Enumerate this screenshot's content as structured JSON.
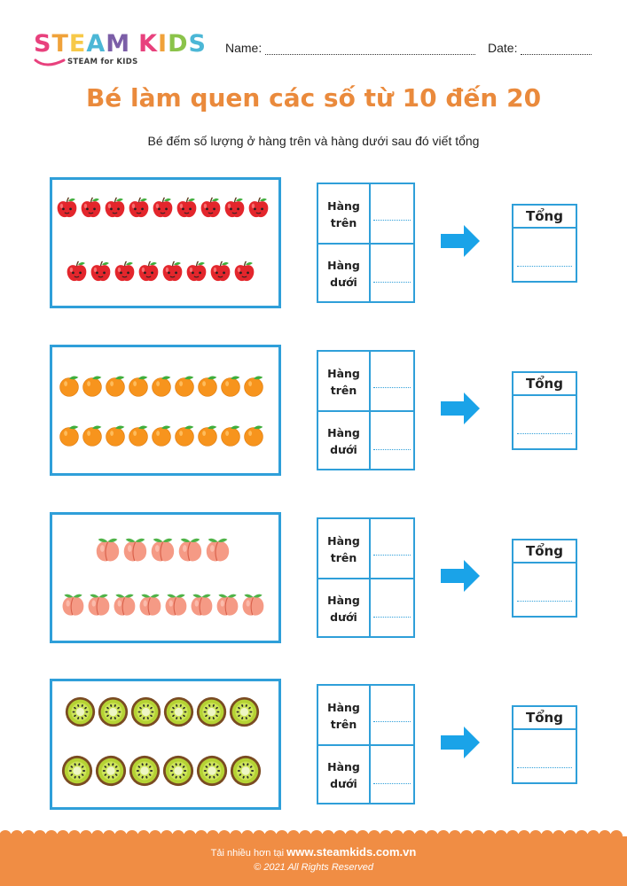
{
  "header": {
    "logo_letters": [
      "S",
      "T",
      "E",
      "A",
      "M",
      " ",
      "K",
      "I",
      "D",
      "S"
    ],
    "logo_colors": [
      "#e8417d",
      "#f0a23a",
      "#f7c948",
      "#4cb7d6",
      "#7b5ea7",
      "",
      "#e8417d",
      "#f0a23a",
      "#8bc34a",
      "#4cb7d6"
    ],
    "logo_subtitle": "STEAM for KIDS",
    "name_label": "Name:",
    "date_label": "Date:"
  },
  "title": "Bé làm quen các số từ 10 đến 20",
  "instruction": "Bé đếm số lượng ở hàng trên và hàng dưới sau đó viết tổng",
  "table_labels": {
    "top_line1": "Hàng",
    "top_line2": "trên",
    "bottom_line1": "Hàng",
    "bottom_line2": "dưới",
    "total": "Tổng"
  },
  "exercises": [
    {
      "fruit": "apple",
      "top_count": 9,
      "bottom_count": 8
    },
    {
      "fruit": "orange",
      "top_count": 9,
      "bottom_count": 9
    },
    {
      "fruit": "peach",
      "top_count": 5,
      "bottom_count": 8
    },
    {
      "fruit": "kiwi",
      "top_count": 6,
      "bottom_count": 6
    }
  ],
  "colors": {
    "accent_blue": "#2f9fd9",
    "title_orange": "#ea8a3c",
    "footer_orange": "#f08d44",
    "arrow_blue": "#1aa3e8"
  },
  "footer": {
    "prefix": "Tải nhiều hơn tại",
    "site": "www.steamkids.com.vn",
    "copyright": "©  2021 All Rights Reserved"
  }
}
